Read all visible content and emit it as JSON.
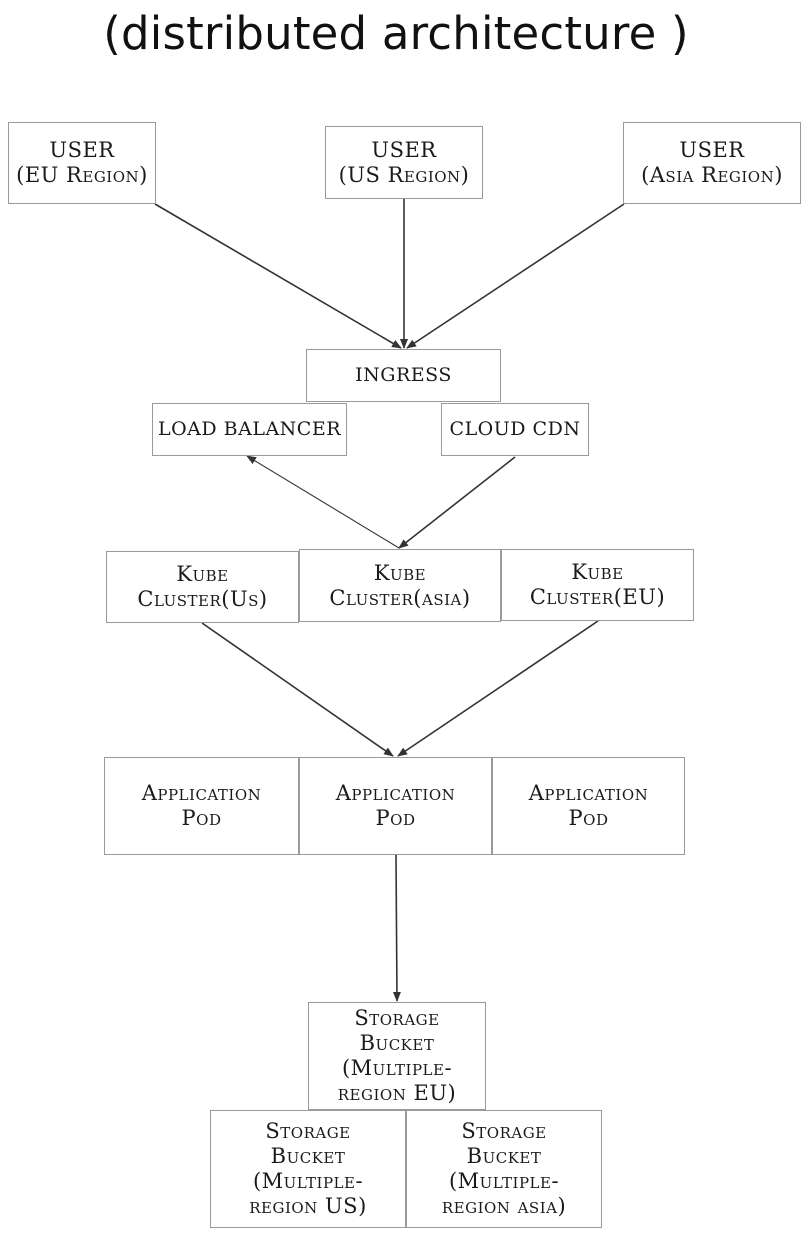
{
  "diagram": {
    "title": "(distributed architecture )",
    "nodes": {
      "user_eu": "USER\n(EU Region)",
      "user_us": "USER\n(US Region)",
      "user_asia": "USER\n(Asia Region)",
      "ingress": "INGRESS",
      "load_balancer": "LOAD BALANCER",
      "cloud_cdn": "CLOUD CDN",
      "kube_us": "Kube\nCluster(Us)",
      "kube_asia": "Kube\nCluster(asia)",
      "kube_eu": "Kube\nCluster(EU)",
      "app_pod_1": "Application\nPod",
      "app_pod_2": "Application\nPod",
      "app_pod_3": "Application\nPod",
      "storage_eu": "Storage\nBucket\n(Multiple-\nregion EU)",
      "storage_us": "Storage\nBucket\n(Multiple-\nregion US)",
      "storage_asia": "Storage\nBucket\n(Multiple-\nregion  asia)"
    },
    "edges": [
      {
        "from": "user_eu",
        "to": "ingress"
      },
      {
        "from": "user_us",
        "to": "ingress"
      },
      {
        "from": "user_asia",
        "to": "ingress"
      },
      {
        "from": "kube_asia",
        "to": "load_balancer"
      },
      {
        "from": "cloud_cdn",
        "to": "kube_asia"
      },
      {
        "from": "kube_us",
        "to": "app_pod_2"
      },
      {
        "from": "kube_eu",
        "to": "app_pod_2"
      },
      {
        "from": "app_pod_2",
        "to": "storage_eu"
      }
    ]
  }
}
